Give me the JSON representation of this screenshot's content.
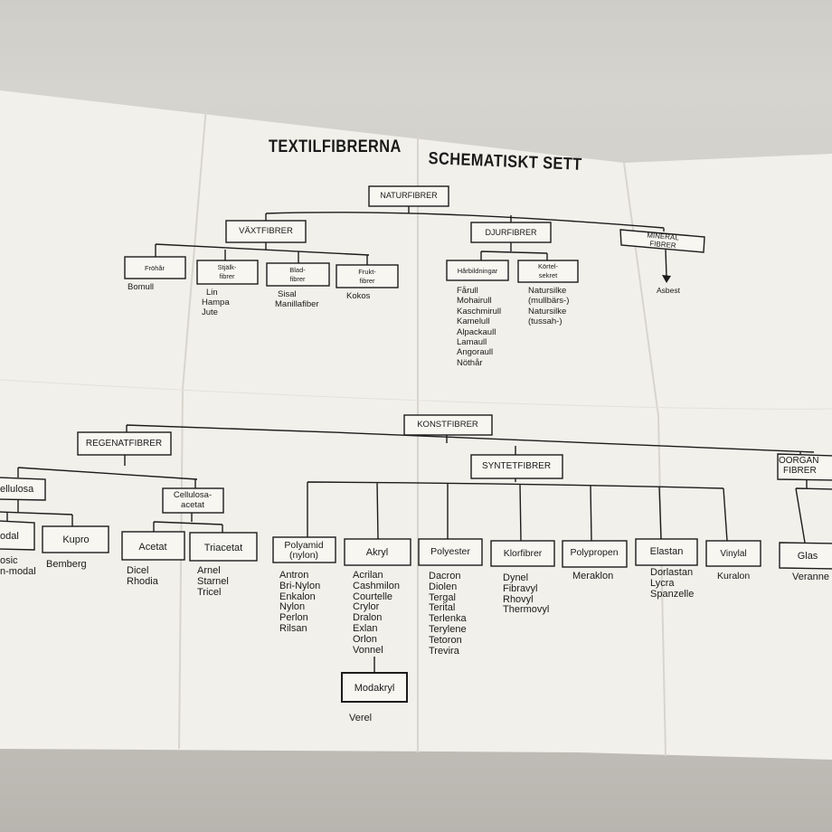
{
  "title": {
    "part1": "TEXTILFIBRERNA",
    "part2": "SCHEMATISKT SETT"
  },
  "natur": {
    "root": "NATURFIBRER",
    "vaxt": {
      "label": "VÄXTFIBRER",
      "frohar": {
        "label": "Fröhår",
        "items": [
          "Bomull"
        ]
      },
      "stjalk": {
        "label": [
          "Stjälk-",
          "fibrer"
        ],
        "items": [
          "Lin",
          "Hampa",
          "Jute"
        ]
      },
      "blad": {
        "label": [
          "Blad-",
          "fibrer"
        ],
        "items": [
          "Sisal",
          "Manillafiber"
        ]
      },
      "frukt": {
        "label": [
          "Frukt-",
          "fibrer"
        ],
        "items": [
          "Kokos"
        ]
      }
    },
    "djur": {
      "label": "DJURFIBRER",
      "harbildningar": {
        "label": "Hårbildningar",
        "items": [
          "Fårull",
          "Mohairull",
          "Kaschmirull",
          "Kamelull",
          "Alpackaull",
          "Lamaull",
          "Angoraull",
          "Nöthår"
        ]
      },
      "kortel": {
        "label": [
          "Körtel-",
          "sekret"
        ],
        "items": [
          "Natursilke",
          "(mullbärs-)",
          "Natursilke",
          "(tussah-)"
        ]
      }
    },
    "mineral": {
      "label": [
        "MINERAL",
        "FIBRER"
      ],
      "items": [
        "Asbest"
      ]
    }
  },
  "konst": {
    "root": "KONSTFIBRER",
    "regenat": {
      "label": "REGENATFIBRER",
      "cellulosa": {
        "label": "ellulosa"
      },
      "modal": {
        "label": "odal",
        "items": [
          "osic",
          "n-modal"
        ]
      },
      "kupro": {
        "label": "Kupro",
        "items": [
          "Bemberg"
        ]
      },
      "cellacetat": {
        "label": [
          "Cellulosa-",
          "acetat"
        ]
      },
      "acetat": {
        "label": "Acetat",
        "items": [
          "Dicel",
          "Rhodia"
        ]
      },
      "triacetat": {
        "label": "Triacetat",
        "items": [
          "Arnel",
          "Starnel",
          "Tricel"
        ]
      }
    },
    "syntet": {
      "label": "SYNTETFIBRER",
      "polyamid": {
        "label": [
          "Polyamid",
          "(nylon)"
        ],
        "items": [
          "Antron",
          "Bri-Nylon",
          "Enkalon",
          "Nylon",
          "Perlon",
          "Rilsan"
        ]
      },
      "akryl": {
        "label": "Akryl",
        "items": [
          "Acrilan",
          "Cashmilon",
          "Courtelle",
          "Crylor",
          "Dralon",
          "Exlan",
          "Orlon",
          "Vonnel"
        ]
      },
      "modakryl": {
        "label": "Modakryl",
        "items": [
          "Verel"
        ]
      },
      "polyester": {
        "label": "Polyester",
        "items": [
          "Dacron",
          "Diolen",
          "Tergal",
          "Terital",
          "Terlenka",
          "Terylene",
          "Tetoron",
          "Trevira"
        ]
      },
      "klor": {
        "label": "Klorfibrer",
        "items": [
          "Dynel",
          "Fibravyl",
          "Rhovyl",
          "Thermovyl"
        ]
      },
      "polypropen": {
        "label": "Polypropen",
        "items": [
          "Meraklon"
        ]
      },
      "elastan": {
        "label": "Elastan",
        "items": [
          "Dorlastan",
          "Lycra",
          "Spanzelle"
        ]
      },
      "vinylal": {
        "label": "Vinylal",
        "items": [
          "Kuralon"
        ]
      }
    },
    "oorgan": {
      "label": [
        "OORGAN",
        "FIBRER"
      ],
      "glas": {
        "label": "Glas",
        "items": [
          "Veranne"
        ]
      }
    }
  }
}
